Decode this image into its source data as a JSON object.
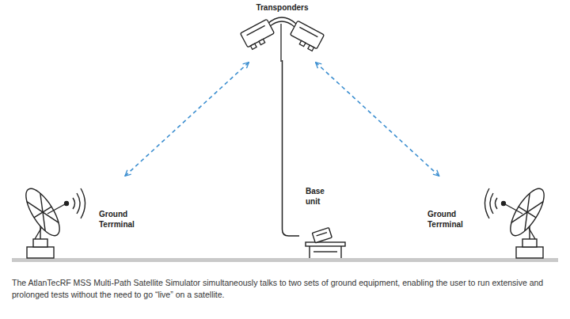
{
  "diagram": {
    "caption": "The AtlanTecRF MSS Multi-Path Satellite Simulator simultaneously talks to two sets of ground equipment, enabling the user to run extensive and prolonged tests without the need to go “live” on a satellite.",
    "nodes": [
      {
        "text": [
          "Transponders"
        ]
      },
      {
        "text": [
          "Ground Terrminal"
        ]
      },
      {
        "text": [
          "Base unit"
        ]
      },
      {
        "text": [
          "Ground Terrminal"
        ]
      }
    ],
    "edges": [
      {
        "from": 1,
        "to": 0,
        "arrow": "both"
      },
      {
        "from": 3,
        "to": 0,
        "arrow": "both"
      },
      {
        "from": 0,
        "to": 2,
        "arrow": "none"
      }
    ]
  }
}
